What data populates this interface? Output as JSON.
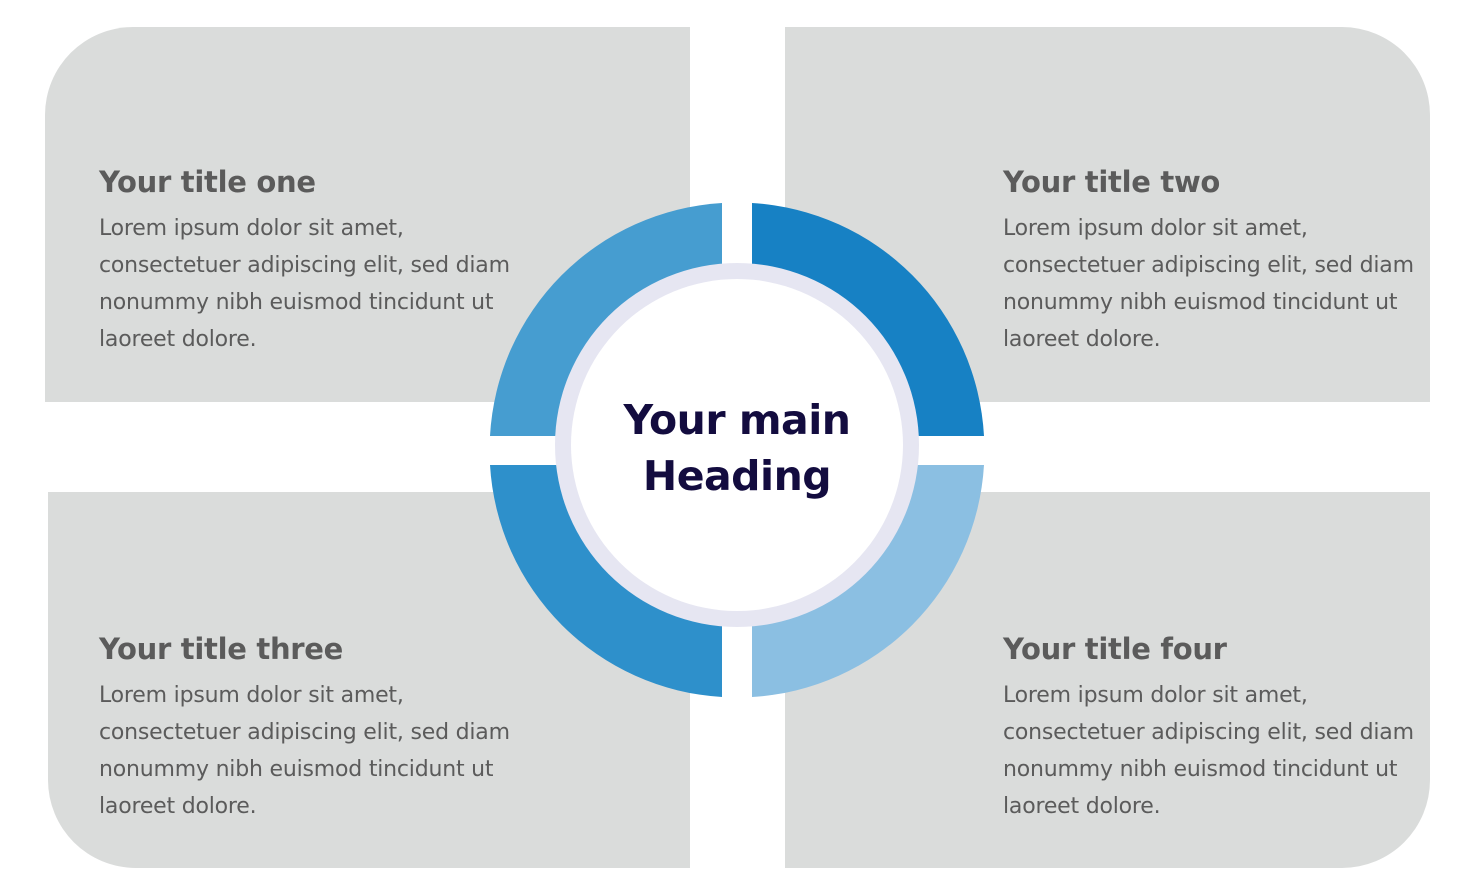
{
  "main_heading": "Your main Heading",
  "colors": {
    "panel_bg": "#dadcdb",
    "ring_outer": "#e6e6f2",
    "segment_top_left": "#469dd0",
    "segment_top_right": "#1781c4",
    "segment_bottom_left": "#2e90cb",
    "segment_bottom_right": "#8bbfe2",
    "heading": "#130c3f",
    "body_text": "#5b5b5b"
  },
  "sections": [
    {
      "title": "Your title one",
      "text": "Lorem ipsum dolor sit amet, consectetuer adipiscing elit, sed diam nonummy nibh euismod tincidunt ut laoreet dolore."
    },
    {
      "title": "Your title two",
      "text": "Lorem ipsum dolor sit amet, consectetuer adipiscing elit, sed diam nonummy nibh euismod tincidunt ut laoreet dolore."
    },
    {
      "title": "Your title three",
      "text": "Lorem ipsum dolor sit amet, consectetuer adipiscing elit, sed diam nonummy nibh euismod tincidunt ut laoreet dolore."
    },
    {
      "title": "Your title four",
      "text": "Lorem ipsum dolor sit amet, consectetuer adipiscing elit, sed diam nonummy nibh euismod tincidunt ut laoreet dolore."
    }
  ]
}
